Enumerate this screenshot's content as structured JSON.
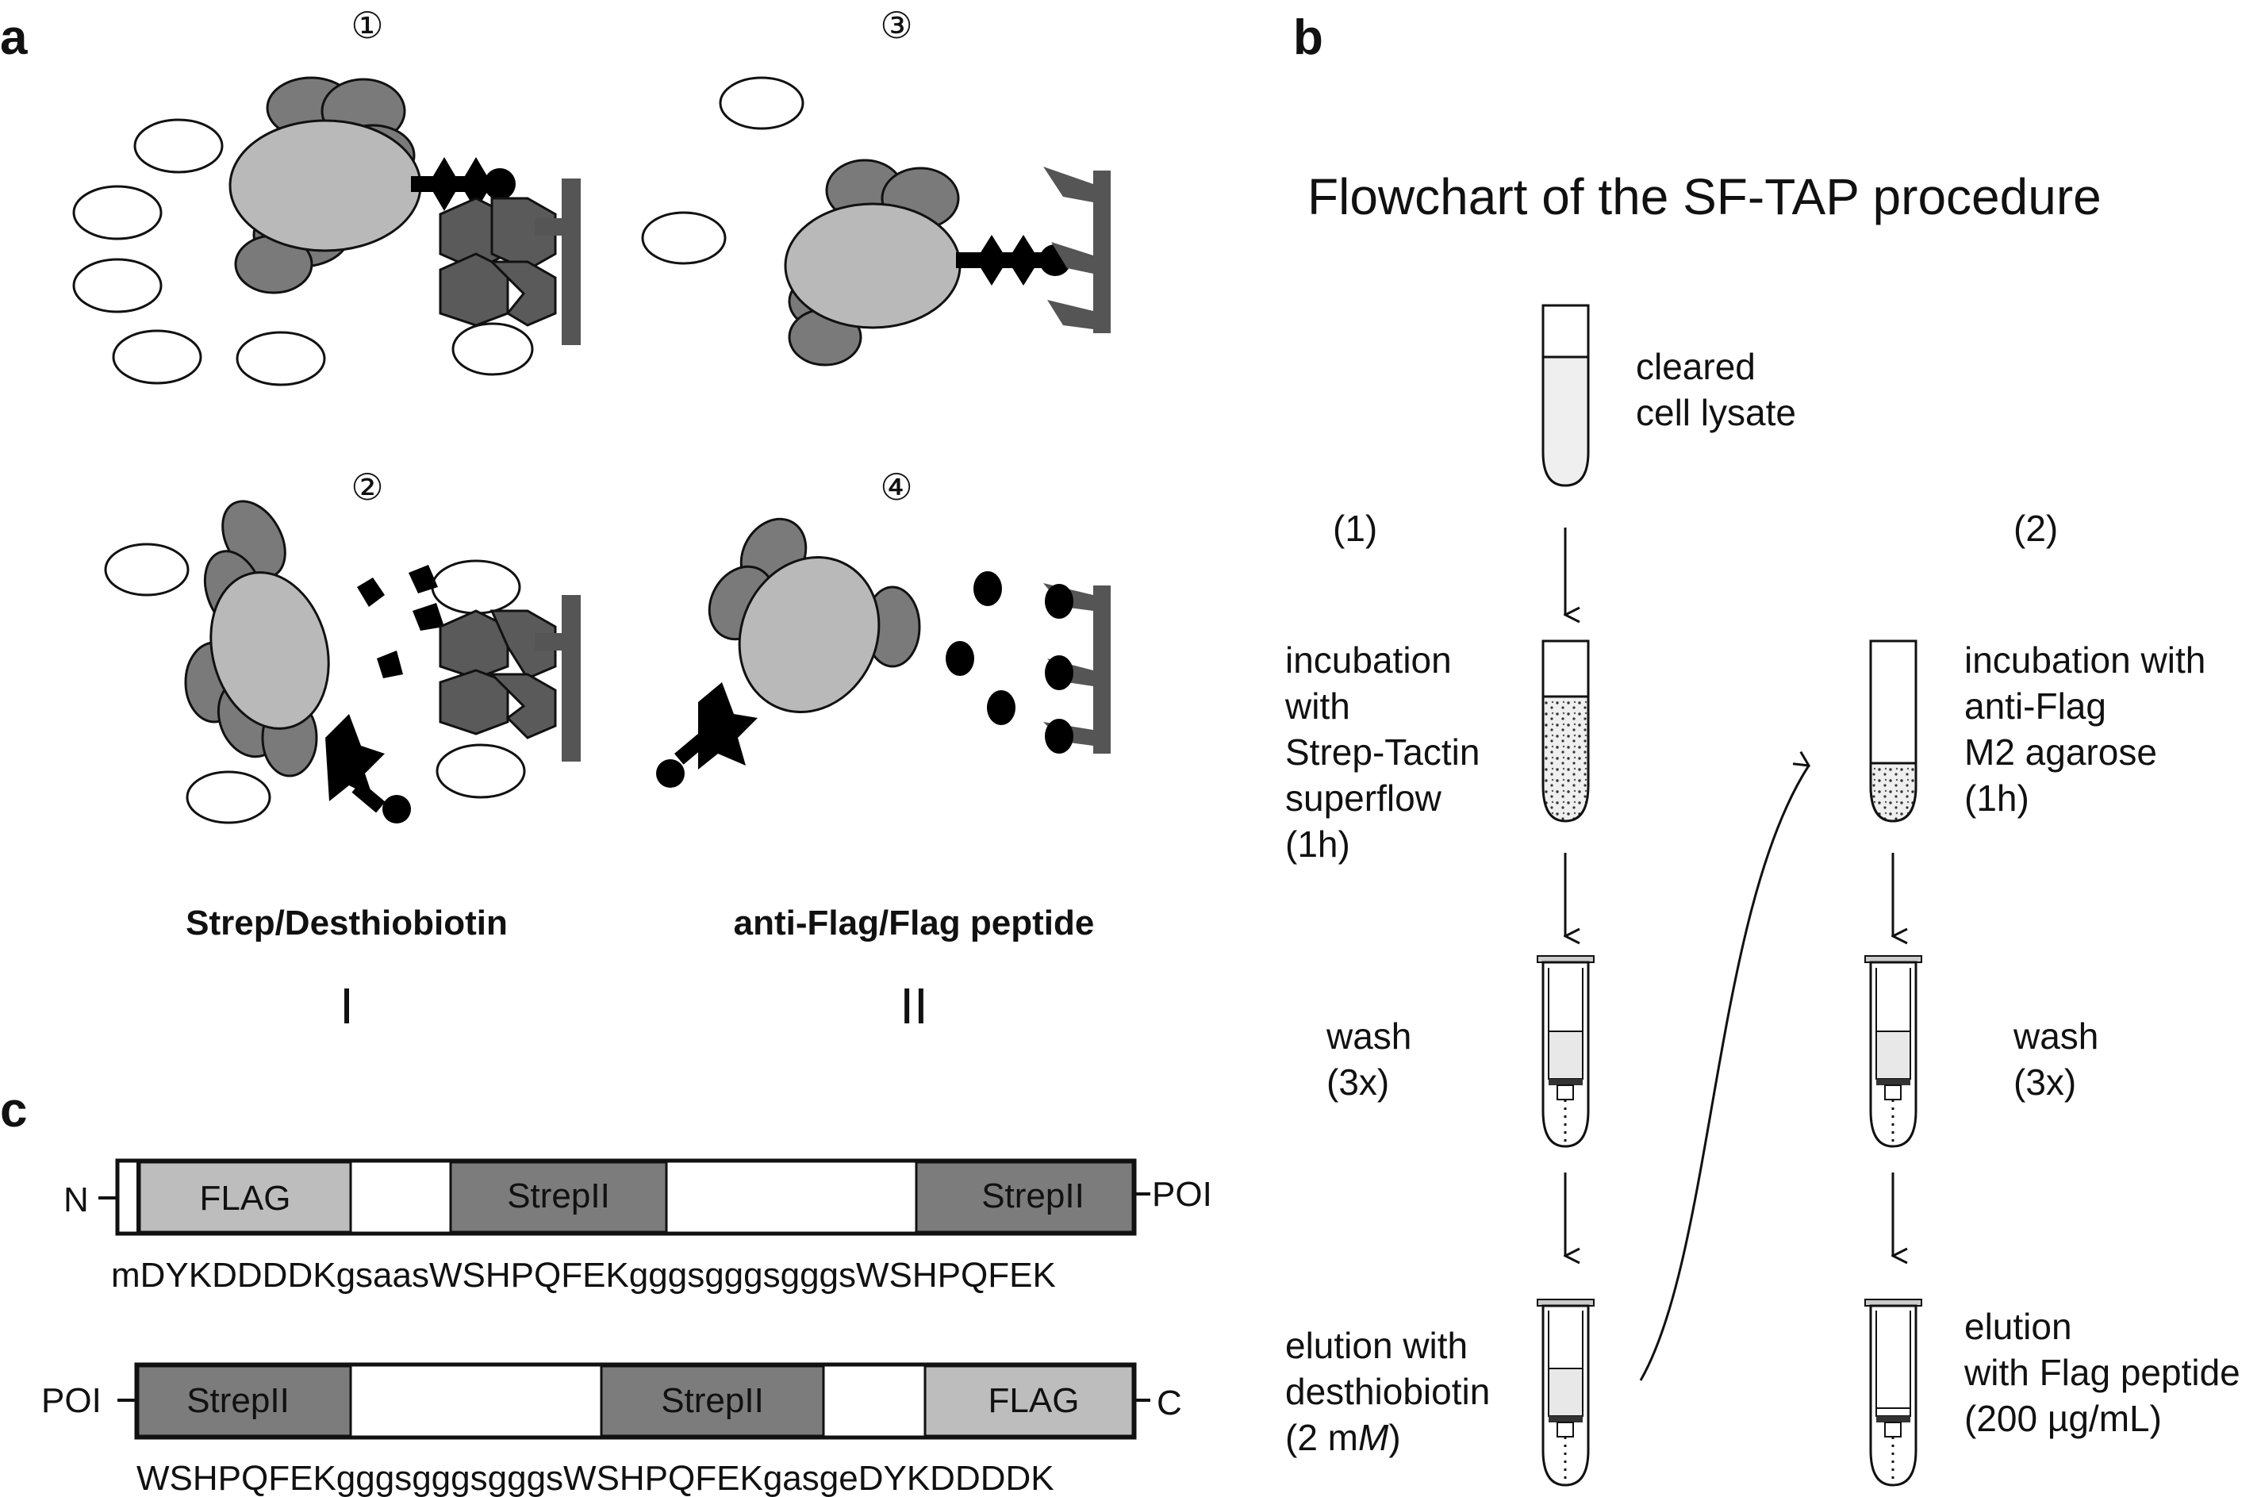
{
  "panels": {
    "a": "a",
    "b": "b",
    "c": "c"
  },
  "panel_a": {
    "step_markers": [
      "①",
      "②",
      "③",
      "④"
    ],
    "method_labels": [
      "Strep/Desthiobiotin",
      "anti-Flag/Flag peptide"
    ],
    "roman_labels": [
      "I",
      "II"
    ]
  },
  "panel_b": {
    "title": "Flowchart of the SF-TAP procedure",
    "column_labels": [
      "(1)",
      "(2)"
    ],
    "steps": {
      "lysate": [
        "cleared",
        "cell lysate"
      ],
      "incubation_1": [
        "incubation",
        "with",
        "Strep-Tactin",
        "superflow",
        "(1h)"
      ],
      "wash_1": [
        "wash",
        "(3x)"
      ],
      "elution_1": [
        "elution with",
        "desthiobiotin",
        "(2 m",
        "M",
        ")"
      ],
      "incubation_2": [
        "incubation with",
        "anti-Flag",
        "M2 agarose",
        "(1h)"
      ],
      "wash_2": [
        "wash",
        "(3x)"
      ],
      "elution_2": [
        "elution",
        "with Flag peptide",
        "(200 µg/mL)"
      ]
    }
  },
  "panel_c": {
    "construct_n": {
      "left_label": "N",
      "right_label": "POI",
      "segments": [
        "FLAG",
        "StrepII",
        "StrepII"
      ],
      "sequence": "mDYKDDDDKgsaasWSHPQFEKgggsgggsgggsWSHPQFEK"
    },
    "construct_c": {
      "left_label": "POI",
      "right_label": "C",
      "segments": [
        "StrepII",
        "StrepII",
        "FLAG"
      ],
      "sequence": "WSHPQFEKgggsgggsgggsWSHPQFEKgasgeDYKDDDDK"
    }
  },
  "colors": {
    "light_protein": "#b9b9b9",
    "dark_protein": "#7a7a7a",
    "strep_tactin": "#5a5a5a",
    "tag_black": "#000000",
    "tag_box_light": "#bdbdbd",
    "tag_box_dark": "#7c7c7c",
    "resin": "#555555"
  }
}
